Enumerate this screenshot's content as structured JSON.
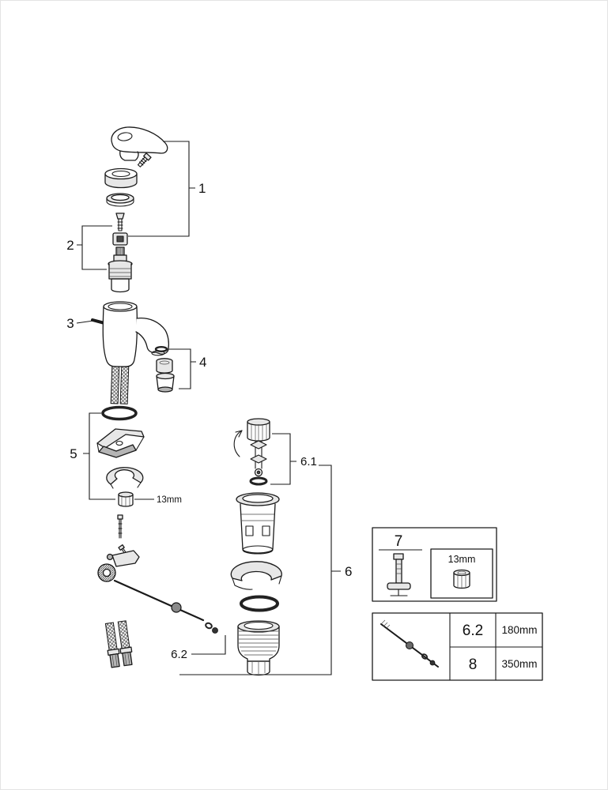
{
  "callouts": {
    "part1": "1",
    "part2": "2",
    "part3": "3",
    "part4": "4",
    "part5": "5",
    "part6": "6",
    "part6_1": "6.1",
    "part6_2": "6.2"
  },
  "labels": {
    "wrench_size": "13mm"
  },
  "tool_box": {
    "part_number": "7",
    "socket_size": "13mm"
  },
  "hose_table": {
    "rows": [
      {
        "ref": "6.2",
        "length": "180mm"
      },
      {
        "ref": "8",
        "length": "350mm"
      }
    ]
  },
  "icons": {
    "part1": [
      "lever-handle-icon",
      "handle-screw-icon",
      "dome-cap-icon",
      "base-ring-icon"
    ],
    "part2": [
      "cartridge-screw-icon",
      "square-nut-icon",
      "cartridge-icon"
    ],
    "part3": [
      "faucet-body-icon",
      "supply-hoses-icon"
    ],
    "part4": [
      "aerator-ring-icon",
      "aerator-housing-icon",
      "aerator-insert-icon"
    ],
    "part5": [
      "o-ring-icon",
      "mounting-bracket-icon",
      "horseshoe-washer-icon",
      "mounting-nut-icon"
    ],
    "part6": [
      "drain-flange-icon",
      "drain-clamp-icon",
      "drain-o-ring-icon",
      "drain-body-icon"
    ],
    "part6_1": [
      "drain-plug-icon",
      "plug-seal-ring-icon",
      "rotate-arrow-icon"
    ],
    "part6_2": [
      "rod-clamp-icon",
      "knurled-nut-icon",
      "pop-up-rod-icon"
    ],
    "part7": [
      "socket-tool-icon",
      "nut-13mm-icon"
    ],
    "part8": [
      "hose-ends-icon",
      "pop-up-rod-small-icon"
    ]
  }
}
